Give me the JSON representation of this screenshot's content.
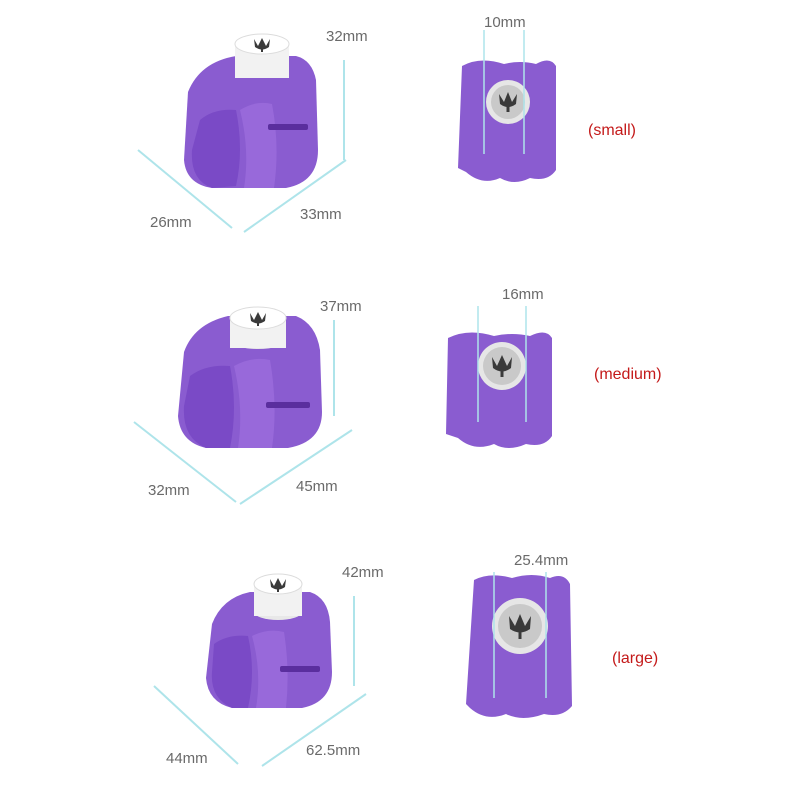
{
  "products": [
    {
      "size_label": "(small)",
      "height": "32mm",
      "depth": "26mm",
      "width": "33mm",
      "cut_diameter": "10mm"
    },
    {
      "size_label": "(medium)",
      "height": "37mm",
      "depth": "32mm",
      "width": "45mm",
      "cut_diameter": "16mm"
    },
    {
      "size_label": "(large)",
      "height": "42mm",
      "depth": "44mm",
      "width": "62.5mm",
      "cut_diameter": "25.4mm"
    }
  ],
  "colors": {
    "punch_body": "#8a5cd0",
    "punch_dark": "#6e3fba",
    "punch_light": "#a987e0",
    "dimension_line": "#aee4ea",
    "size_tag": "#c41a1a"
  },
  "icons": [
    "tulip-icon"
  ]
}
